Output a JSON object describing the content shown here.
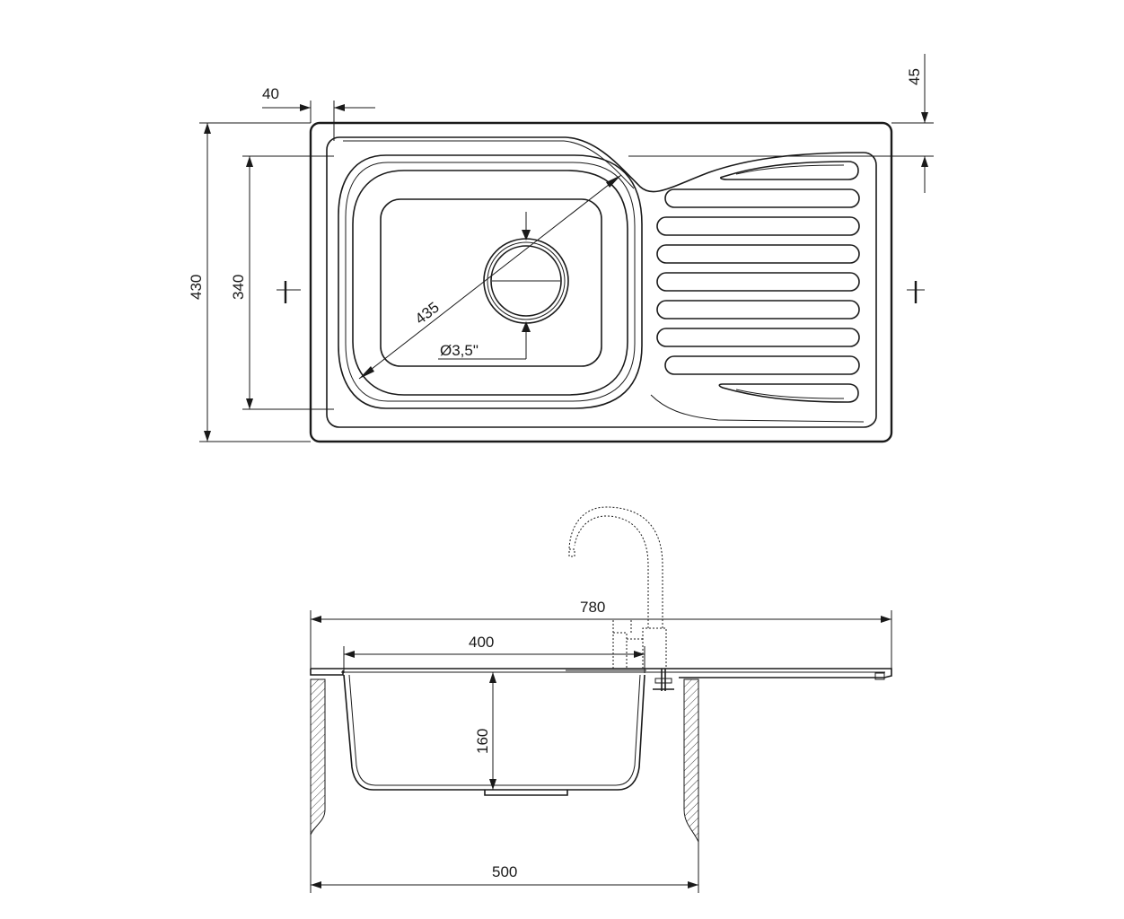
{
  "dimensions": {
    "rim_offset": "40",
    "top_offset": "45",
    "overall_width": "430",
    "bowl_width": "340",
    "bowl_diagonal": "435",
    "drain_diameter": "Ø3,5\"",
    "overall_length": "780",
    "bowl_length": "400",
    "bowl_depth": "160",
    "cabinet_width": "500"
  },
  "colors": {
    "line": "#1a1a1a",
    "background": "#ffffff"
  }
}
